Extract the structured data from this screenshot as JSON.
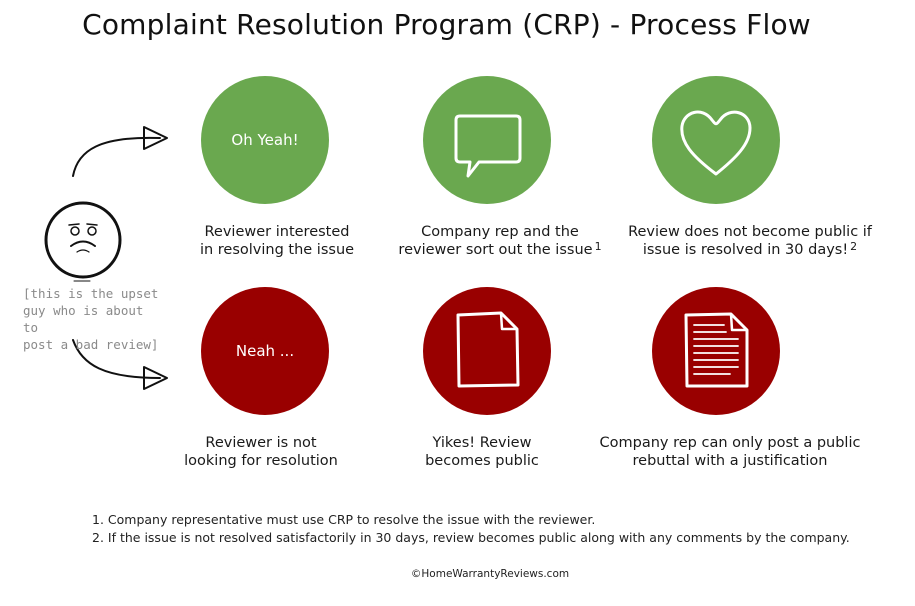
{
  "title": "Complaint Resolution Program (CRP) - Process Flow",
  "colors": {
    "yes_green": "#6aa84f",
    "no_red": "#990000",
    "text": "#222222",
    "aside_gray": "#8a8a8a"
  },
  "person": {
    "icon": "upset-face-icon",
    "caption": [
      "[this is the upset",
      "guy who is about to",
      "post a bad review]"
    ]
  },
  "top_row": [
    {
      "label": "Oh Yeah!",
      "icon": null,
      "caption": [
        "Reviewer interested",
        "in resolving the issue"
      ],
      "footnote_ref": ""
    },
    {
      "label": "",
      "icon": "speech-bubble-icon",
      "caption": [
        "Company rep and the",
        "reviewer sort out the issue"
      ],
      "footnote_ref": "1"
    },
    {
      "label": "",
      "icon": "heart-icon",
      "caption": [
        "Review does not become public if",
        "issue is resolved in 30 days!"
      ],
      "footnote_ref": "2"
    }
  ],
  "bottom_row": [
    {
      "label": "Neah ...",
      "icon": null,
      "caption": [
        "Reviewer is not",
        "looking for resolution"
      ]
    },
    {
      "label": "",
      "icon": "blank-document-icon",
      "caption": [
        "Yikes! Review",
        "becomes public"
      ]
    },
    {
      "label": "",
      "icon": "text-document-icon",
      "caption": [
        "Company rep can only post a public",
        "rebuttal with a justification"
      ]
    }
  ],
  "footnotes": [
    "1. Company representative must use CRP to resolve the issue with the reviewer.",
    "2. If the issue is not resolved satisfactorily in 30 days, review becomes public along with any comments by the company."
  ],
  "credit": "©HomeWarrantyReviews.com"
}
